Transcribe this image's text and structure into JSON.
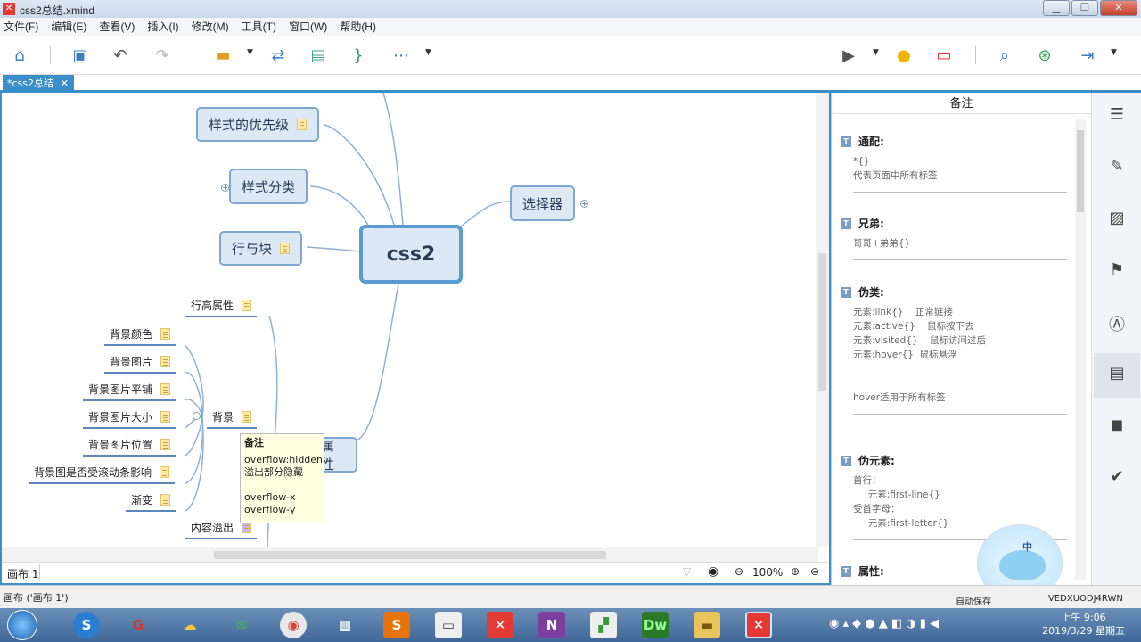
{
  "window": {
    "title": "css2总结.xmind"
  },
  "menu": [
    "文件(F)",
    "编辑(E)",
    "查看(V)",
    "插入(I)",
    "修改(M)",
    "工具(T)",
    "窗口(W)",
    "帮助(H)"
  ],
  "tab": {
    "label": "*css2总结"
  },
  "map": {
    "center": "css2",
    "branches": {
      "priority": "样式的优先级",
      "classify": "样式分类",
      "inline_block": "行与块",
      "selector": "选择器",
      "partial_attr": "属性"
    },
    "leaves": {
      "line_height": "行高属性",
      "bg": "背景",
      "bg_color": "背景颜色",
      "bg_image": "背景图片",
      "bg_repeat": "背景图片平铺",
      "bg_size": "背景图片大小",
      "bg_pos": "背景图片位置",
      "bg_scroll": "背景图是否受滚动条影响",
      "gradient": "渐变",
      "overflow": "内容溢出"
    },
    "tooltip": {
      "title": "备注",
      "line1": "overflow:hidden;",
      "line2": "溢出部分隐藏",
      "line3": "overflow-x",
      "line4": "overflow-y"
    }
  },
  "status": {
    "sheet_tab": "画布 1",
    "zoom": "100%",
    "bottom": "画布 ('画布 1')",
    "autosave": "自动保存",
    "code": "VEDXUODJ4RWN"
  },
  "notes": {
    "title": "备注",
    "sections": [
      {
        "h": "通配:",
        "b": "*{}\n代表页面中所有标签"
      },
      {
        "h": "兄弟:",
        "b": "哥哥+弟弟{}"
      },
      {
        "h": "伪类:",
        "b": "元素:link{}    正常链接\n元素:active{}    鼠标按下去\n元素:visited{}    鼠标访问过后\n元素:hover{}  鼠标悬浮\n\n\nhover适用于所有标签"
      },
      {
        "h": "伪元素:",
        "b": "首行：\n     元素:first-line{}\n受首字母：\n     元素:first-letter{}"
      },
      {
        "h": "属性:",
        "b": ""
      }
    ]
  },
  "clock": {
    "time": "上午 9:06",
    "date": "2019/3/29 星期五"
  }
}
